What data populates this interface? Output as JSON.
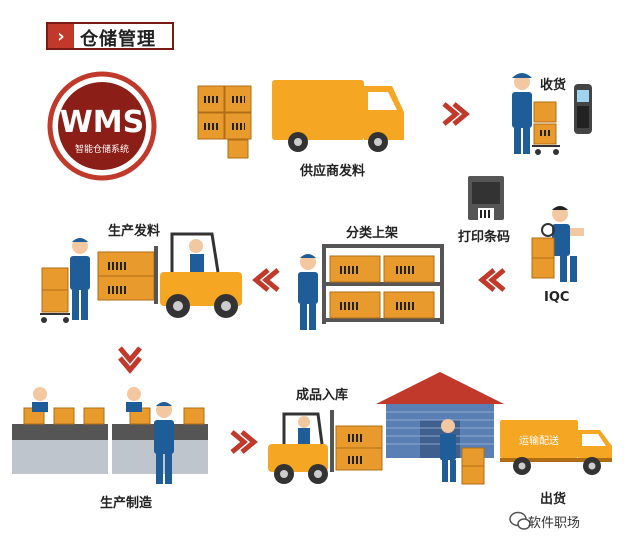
{
  "header": {
    "title": "仓储管理"
  },
  "logo": {
    "text": "WMS",
    "subtitle": "智能仓储系统"
  },
  "steps": {
    "supplier": "供应商发料",
    "receive": "收货",
    "print": "打印条码",
    "iqc": "IQC",
    "shelve": "分类上架",
    "issue": "生产发料",
    "manufacture": "生产制造",
    "store": "成品入库",
    "ship": "出货"
  },
  "truck_label": "运输配送",
  "watermark": "软件职场",
  "colors": {
    "orange": "#f5a623",
    "box": "#e89a2c",
    "red_ring": "#c0392b",
    "dark_red": "#8b1e16",
    "blue": "#1f5d99",
    "warehouse": "#5a7fb4",
    "chevron": "#c0392b"
  }
}
